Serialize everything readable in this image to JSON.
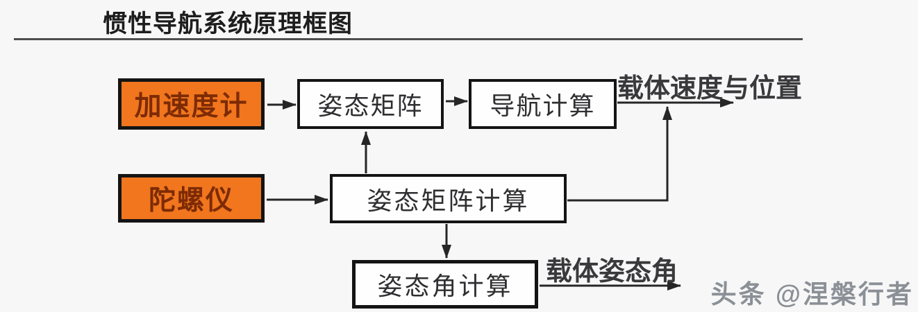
{
  "title": "惯性导航系统原理框图",
  "nodes": {
    "accelerometer": {
      "label": "加速度计",
      "type": "sensor"
    },
    "gyroscope": {
      "label": "陀螺仪",
      "type": "sensor"
    },
    "attitude_matrix": {
      "label": "姿态矩阵",
      "type": "process"
    },
    "navigation_calc": {
      "label": "导航计算",
      "type": "process"
    },
    "attitude_matrix_calc": {
      "label": "姿态矩阵计算",
      "type": "process"
    },
    "attitude_angle_calc": {
      "label": "姿态角计算",
      "type": "process"
    }
  },
  "outputs": {
    "velocity_position": {
      "label": "载体速度与位置"
    },
    "attitude_angle": {
      "label": "载体姿态角"
    }
  },
  "edges": [
    {
      "from": "accelerometer",
      "to": "attitude_matrix"
    },
    {
      "from": "attitude_matrix",
      "to": "navigation_calc"
    },
    {
      "from": "gyroscope",
      "to": "attitude_matrix_calc"
    },
    {
      "from": "attitude_matrix_calc",
      "to": "attitude_matrix"
    },
    {
      "from": "attitude_matrix_calc",
      "to": "attitude_angle_calc"
    },
    {
      "from": "navigation_calc",
      "to": "output-velocity-position"
    },
    {
      "from": "attitude_matrix_calc",
      "to": "output-velocity-position-junction"
    },
    {
      "from": "attitude_angle_calc",
      "to": "output-attitude-angle"
    }
  ],
  "watermark": {
    "text": "头条 @涅槃行者"
  },
  "colors": {
    "background": "#f7f7f8",
    "sensor_fill": "#f1761e",
    "sensor_text": "#7d2b05",
    "box_fill": "#fefefe",
    "box_border": "#141414",
    "line": "#262626",
    "title_text": "#1d1d1d",
    "watermark_text": "#8b9096"
  }
}
